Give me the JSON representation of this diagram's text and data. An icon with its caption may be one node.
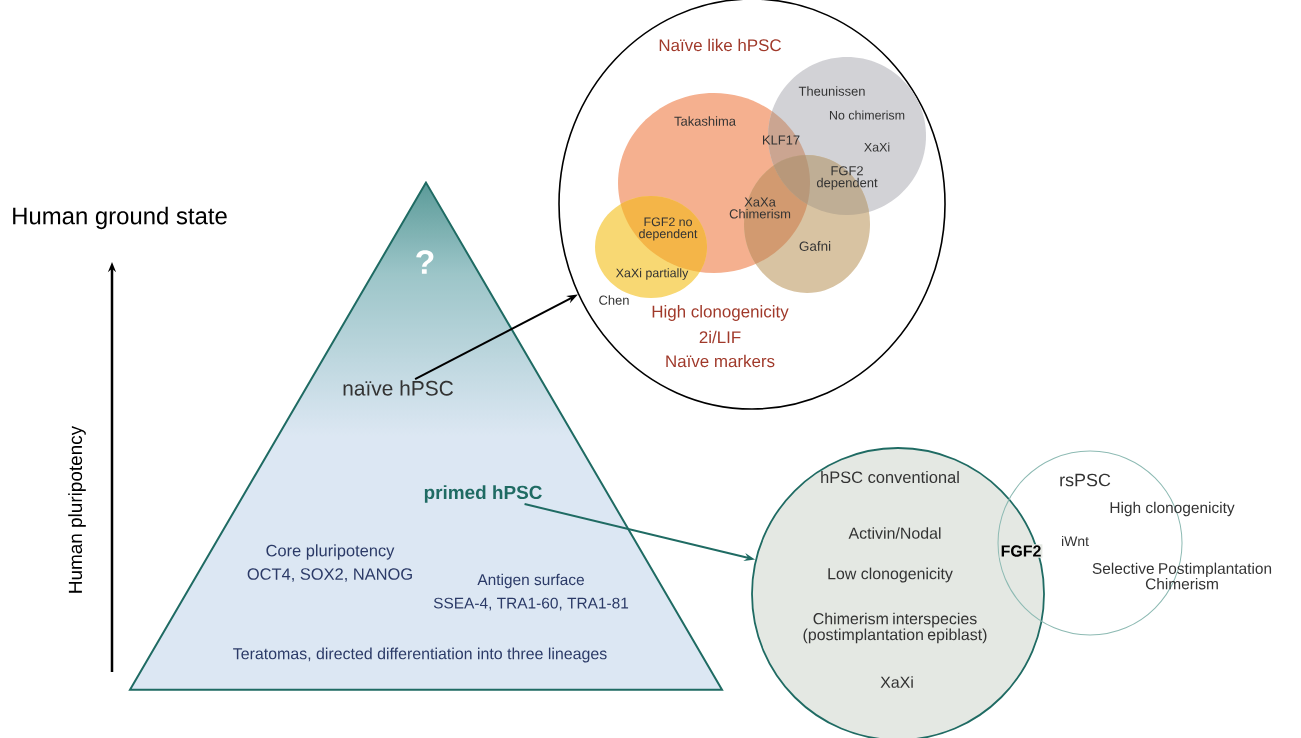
{
  "diagram": {
    "nodes": [
      {
        "text": [
          "?",
          "Core pluripotency",
          "OCT4, SOX2, NANOG",
          "Antigen surface",
          "SSEA-4, TRA1-60, TRA1-81",
          "Teratomas, directed differentiation into three lineages"
        ]
      },
      {
        "text": [
          "naïve hPSC"
        ],
        "in": 0
      },
      {
        "text": [
          "primed hPSC"
        ],
        "in": 0
      },
      {
        "text": [
          "Naïve like hPSC",
          "High clonogenicity",
          "2i/LIF",
          "Naïve markers"
        ]
      },
      {
        "text": [
          "Takashima"
        ],
        "in": 3
      },
      {
        "text": [
          "Theunissen",
          "No chimerism",
          "XaXi"
        ],
        "in": 3
      },
      {
        "text": [
          "Gafni"
        ],
        "in": 3
      },
      {
        "text": [
          "XaXi partially"
        ],
        "beside": [
          "Chen"
        ]
      },
      {
        "text": [
          "hPSC conventional",
          "Activin/Nodal",
          "Low clonogenicity",
          "Chimerism interspecies (postimplantation epiblast)",
          "XaXi"
        ]
      },
      {
        "text": [
          "rsPSC",
          "High clonogenicity",
          "iWnt",
          "Selective Postimplantation Chimerism"
        ]
      }
    ],
    "edges": [
      {
        "from": 1,
        "to": 3,
        "arrow": "to"
      },
      {
        "from": 2,
        "to": 8,
        "arrow": "to",
        "color": "#1f6b63"
      }
    ],
    "labels": [
      "Human ground state",
      "KLF17",
      "FGF2 dependent",
      "XaXa Chimerism",
      "FGF2 no dependent",
      "Human pluripotency",
      "FGF2"
    ]
  }
}
